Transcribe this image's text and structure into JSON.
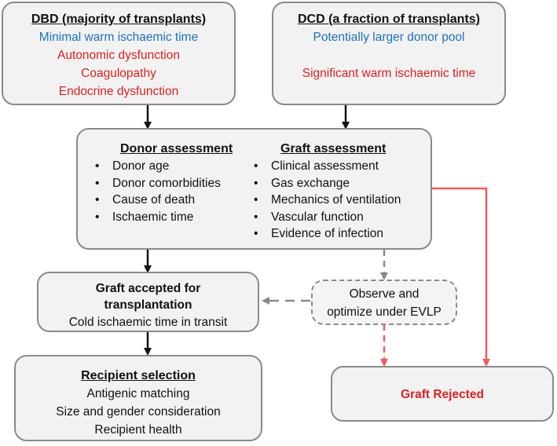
{
  "dbd": {
    "title": "DBD (majority of transplants)",
    "lines": [
      {
        "text": "Minimal warm ischaemic time",
        "color": "blue"
      },
      {
        "text": "Autonomic dysfunction",
        "color": "red"
      },
      {
        "text": "Coagulopathy",
        "color": "red"
      },
      {
        "text": "Endocrine dysfunction",
        "color": "red"
      }
    ]
  },
  "dcd": {
    "title": "DCD (a fraction of transplants)",
    "lines": [
      {
        "text": "Potentially larger donor pool",
        "color": "blue"
      },
      {
        "text": "Significant warm ischaemic time",
        "color": "red"
      }
    ]
  },
  "donor_assessment": {
    "title": "Donor assessment",
    "items": [
      "Donor age",
      "Donor comorbidities",
      "Cause of death",
      "Ischaemic time"
    ]
  },
  "graft_assessment": {
    "title": "Graft assessment",
    "items": [
      "Clinical assessment",
      "Gas exchange",
      "Mechanics of ventilation",
      "Vascular function",
      "Evidence of infection"
    ]
  },
  "graft_accepted": {
    "title_line1": "Graft accepted for",
    "title_line2": "transplantation",
    "detail": "Cold ischaemic time in transit"
  },
  "evlp": {
    "line1": "Observe and",
    "line2": "optimize under EVLP"
  },
  "recipient": {
    "title": "Recipient selection",
    "items": [
      "Antigenic matching",
      "Size and gender consideration",
      "Recipient health"
    ]
  },
  "rejected": {
    "label": "Graft Rejected"
  },
  "colors": {
    "blue_text": "#1a72c0",
    "red_text": "#e02020",
    "red_arrow": "#f25a5a",
    "gray_arrow": "#8a8a8a",
    "black_arrow": "#111111"
  }
}
